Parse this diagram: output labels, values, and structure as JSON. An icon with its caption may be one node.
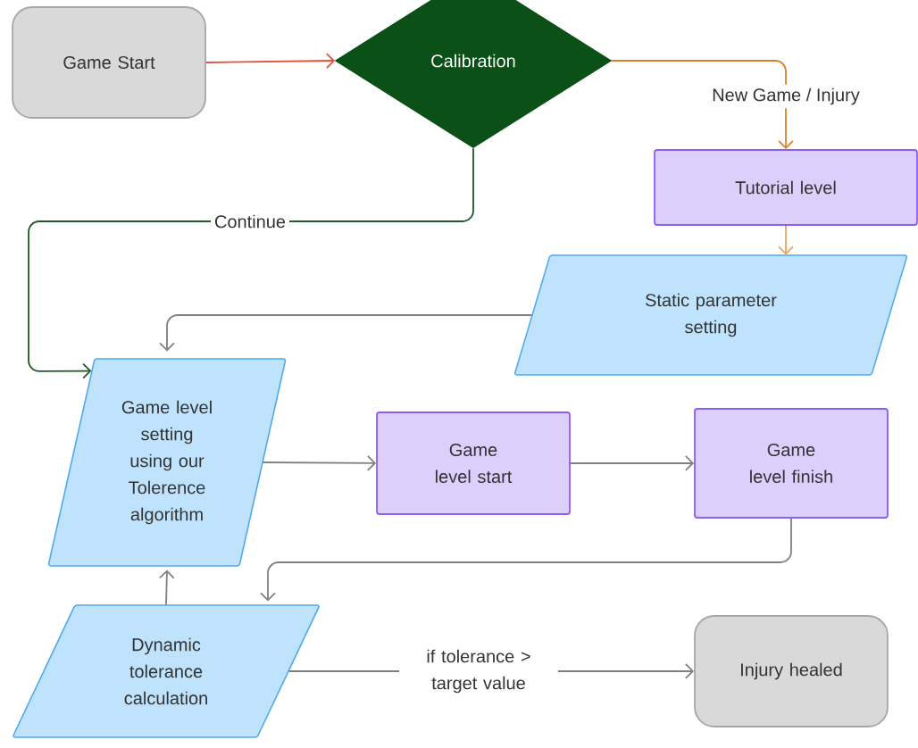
{
  "diagram": {
    "nodes": [
      {
        "text": [
          "Game Start"
        ]
      },
      {
        "text": [
          "Calibration"
        ]
      },
      {
        "text": [
          "Tutorial level"
        ]
      },
      {
        "text": [
          "Static parameter setting"
        ]
      },
      {
        "text": [
          "Game level setting using our Tolerence algorithm"
        ]
      },
      {
        "text": [
          "Game level start"
        ]
      },
      {
        "text": [
          "Game level finish"
        ]
      },
      {
        "text": [
          "Dynamic tolerance calculation"
        ]
      },
      {
        "text": [
          "Injury healed"
        ]
      }
    ],
    "edges": [
      {
        "from": 0,
        "to": 1,
        "arrow": "to",
        "color": "#e0533b"
      },
      {
        "from": 1,
        "to": 2,
        "arrow": "to",
        "label": "New Game / Injury",
        "color": "#d9822b"
      },
      {
        "from": 2,
        "to": 3,
        "arrow": "to",
        "color": "#e9a45c"
      },
      {
        "from": 1,
        "to": 4,
        "arrow": "to",
        "label": "Continue",
        "color": "#1f5a24"
      },
      {
        "from": 3,
        "to": 4,
        "arrow": "to"
      },
      {
        "from": 4,
        "to": 5,
        "arrow": "to"
      },
      {
        "from": 5,
        "to": 6,
        "arrow": "to"
      },
      {
        "from": 6,
        "to": 7,
        "arrow": "to"
      },
      {
        "from": 7,
        "to": 4,
        "arrow": "to"
      },
      {
        "from": 7,
        "to": 8,
        "arrow": "to",
        "label": "if tolerance > target value"
      }
    ]
  }
}
